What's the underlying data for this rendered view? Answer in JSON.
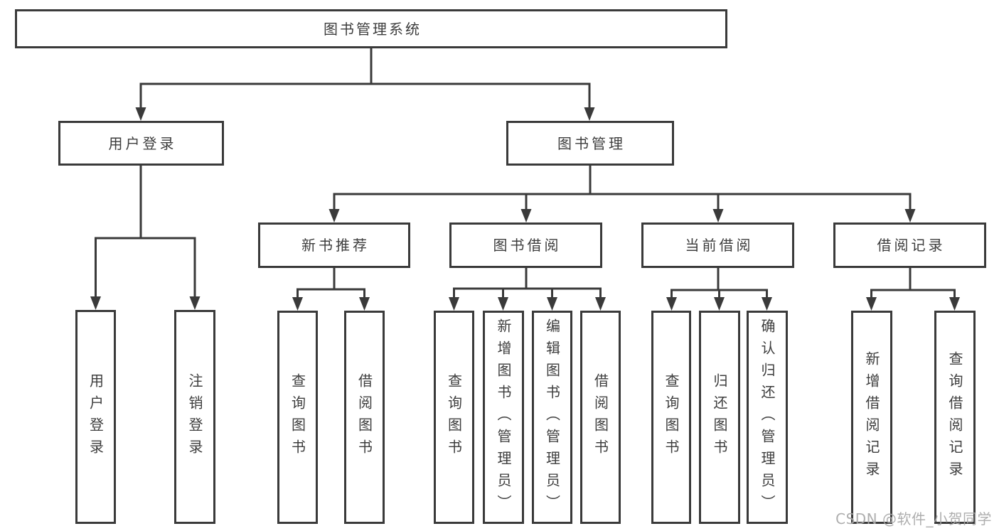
{
  "tree": {
    "root": {
      "label": "图书管理系统",
      "children": [
        {
          "label": "用户登录",
          "children": [
            {
              "label": "用户登录"
            },
            {
              "label": "注销登录"
            }
          ]
        },
        {
          "label": "图书管理",
          "children": [
            {
              "label": "新书推荐",
              "children": [
                {
                  "label": "查询图书"
                },
                {
                  "label": "借阅图书"
                }
              ]
            },
            {
              "label": "图书借阅",
              "children": [
                {
                  "label": "查询图书"
                },
                {
                  "label": "新增图书（管理员）"
                },
                {
                  "label": "编辑图书（管理员）"
                },
                {
                  "label": "借阅图书"
                }
              ]
            },
            {
              "label": "当前借阅",
              "children": [
                {
                  "label": "查询图书"
                },
                {
                  "label": "归还图书"
                },
                {
                  "label": "确认归还（管理员）"
                }
              ]
            },
            {
              "label": "借阅记录",
              "children": [
                {
                  "label": "新增借阅记录"
                },
                {
                  "label": "查询借阅记录"
                }
              ]
            }
          ]
        }
      ]
    }
  },
  "watermark": {
    "text": "CSDN @软件_小贺同学"
  },
  "colors": {
    "line": "#3a3a3a",
    "text": "#3d3d3d",
    "watermark": "#a8a8a8",
    "background": "#ffffff"
  }
}
